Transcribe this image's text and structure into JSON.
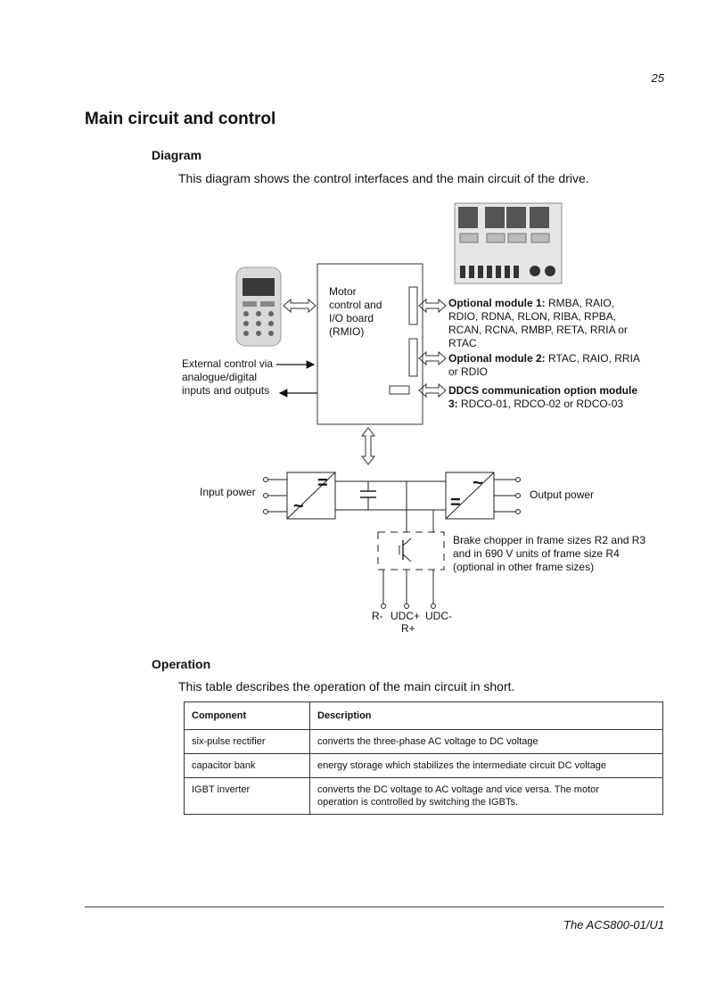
{
  "page_number": "25",
  "main_heading": "Main circuit and control",
  "diagram_section": {
    "heading": "Diagram",
    "intro": "This diagram shows the control interfaces and the main circuit of the drive.",
    "labels": {
      "rmio": [
        "Motor",
        "control and",
        "I/O board",
        "(RMIO)"
      ],
      "external_control": [
        "External control via",
        "analogue/digital",
        "inputs and outputs"
      ],
      "module1_bold": "Optional module 1:",
      "module1_lines": [
        "RMBA, RAIO,",
        "RDIO, RDNA, RLON, RIBA, RPBA,",
        "RCAN, RCNA, RMBP, RETA, RRIA or",
        "RTAC"
      ],
      "module2_bold": "Optional module 2:",
      "module2_lines": [
        "RTAC, RAIO, RRIA",
        "or RDIO"
      ],
      "module3_bold": "DDCS communication option module",
      "module3_bold2": "3:",
      "module3_rest": "RDCO-01, RDCO-02 or RDCO-03",
      "input_power": "Input power",
      "output_power": "Output power",
      "brake_chopper": [
        "Brake chopper in frame sizes R2 and R3",
        "and in 690 V units of frame size R4",
        "(optional in other frame sizes)"
      ],
      "terminal_r_minus": "R-",
      "terminal_udc_plus": "UDC+",
      "terminal_udc_minus": "UDC-",
      "terminal_r_plus": "R+"
    }
  },
  "operation_section": {
    "heading": "Operation",
    "intro": "This table describes the operation of the main circuit in short.",
    "table": {
      "headers": [
        "Component",
        "Description"
      ],
      "rows": [
        {
          "component": "six-pulse rectifier",
          "description": [
            "converts the three-phase AC voltage to DC voltage"
          ]
        },
        {
          "component": "capacitor bank",
          "description": [
            "energy storage which stabilizes the intermediate circuit DC voltage"
          ]
        },
        {
          "component": "IGBT inverter",
          "description": [
            "converts the DC voltage to AC voltage and vice versa. The motor",
            "operation is controlled by switching the IGBTs."
          ]
        }
      ]
    }
  },
  "footer": "The ACS800-01/U1"
}
